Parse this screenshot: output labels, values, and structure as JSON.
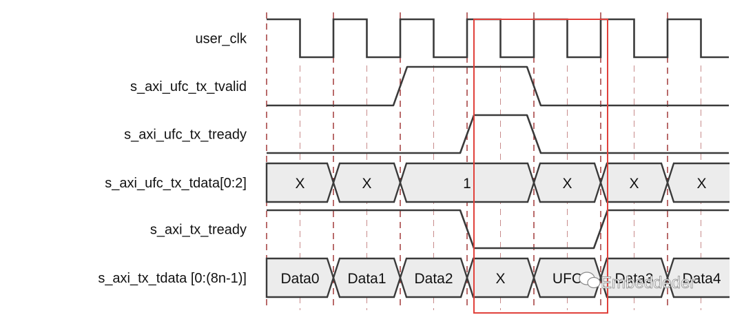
{
  "signals": [
    {
      "name": "user_clk",
      "kind": "clock"
    },
    {
      "name": "s_axi_ufc_tx_tvalid",
      "kind": "wave",
      "levels": [
        0,
        0,
        0,
        0,
        1,
        1,
        1,
        1,
        0,
        0,
        0,
        0,
        0,
        0
      ]
    },
    {
      "name": "s_axi_ufc_tx_tready",
      "kind": "wave",
      "levels": [
        0,
        0,
        0,
        0,
        0,
        0,
        1,
        1,
        0,
        0,
        0,
        0,
        0,
        0
      ]
    },
    {
      "name": "s_axi_ufc_tx_tdata[0:2]",
      "kind": "bus",
      "segments": [
        "X",
        "X",
        "1",
        "",
        "X",
        "X",
        "X"
      ]
    },
    {
      "name": "s_axi_tx_tready",
      "kind": "wave",
      "levels": [
        1,
        1,
        1,
        1,
        1,
        1,
        0,
        0,
        0,
        0,
        1,
        1,
        1,
        1
      ]
    },
    {
      "name": "s_axi_tx_tdata [0:(8n-1)]",
      "kind": "bus",
      "segments": [
        "Data0",
        "Data1",
        "Data2",
        "X",
        "UFC",
        "Data3",
        "Data4"
      ]
    }
  ],
  "clock_cycles": 7,
  "highlight": {
    "from_cycle": 3,
    "to_cycle": 5,
    "color": "#e0403a"
  },
  "colors": {
    "wave": "#3a3a3a",
    "bus_fill": "#ececec",
    "cycle_marker": "#9b2b2b",
    "highlight": "#e0403a"
  },
  "watermark": {
    "text": "Embeddeder",
    "icon": "wechat-icon"
  }
}
